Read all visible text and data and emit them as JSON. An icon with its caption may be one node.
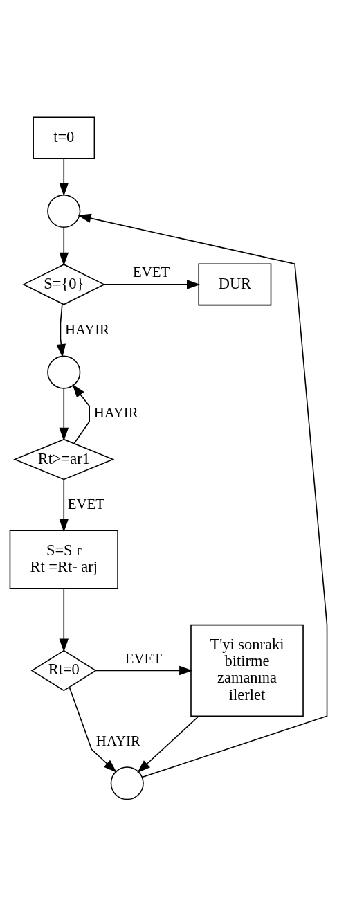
{
  "diagram": {
    "nodes": [
      {
        "text": [
          "t=0"
        ]
      },
      {
        "text": [],
        "shape": "circle"
      },
      {
        "text": [
          "S={0}"
        ]
      },
      {
        "text": [
          "DUR"
        ]
      },
      {
        "text": [],
        "shape": "circle"
      },
      {
        "text": [
          "Rt>=ar1"
        ]
      },
      {
        "text": [
          "S=S r",
          "Rt =Rt- arj"
        ]
      },
      {
        "text": [
          "Rt=0"
        ]
      },
      {
        "text": [
          "T'yi sonraki bitirme zamanına ilerlet"
        ]
      },
      {
        "text": [],
        "shape": "circle"
      }
    ],
    "edges": [
      {
        "from": 0,
        "to": 1,
        "arrow": "to"
      },
      {
        "from": 1,
        "to": 2,
        "arrow": "to"
      },
      {
        "from": 2,
        "to": 3,
        "arrow": "to",
        "label": "EVET"
      },
      {
        "from": 2,
        "to": 4,
        "arrow": "to",
        "label": "HAYIR"
      },
      {
        "from": 4,
        "to": 5,
        "arrow": "to"
      },
      {
        "from": 5,
        "to": 6,
        "arrow": "to",
        "label": "EVET"
      },
      {
        "from": 5,
        "to": 4,
        "arrow": "to",
        "label": "HAYIR"
      },
      {
        "from": 6,
        "to": 7,
        "arrow": "to"
      },
      {
        "from": 7,
        "to": 8,
        "arrow": "to",
        "label": "EVET"
      },
      {
        "from": 7,
        "to": 9,
        "arrow": "to",
        "label": "HAYIR"
      },
      {
        "from": 8,
        "to": 9,
        "arrow": "to"
      },
      {
        "from": 9,
        "to": 1,
        "arrow": "to"
      }
    ]
  }
}
